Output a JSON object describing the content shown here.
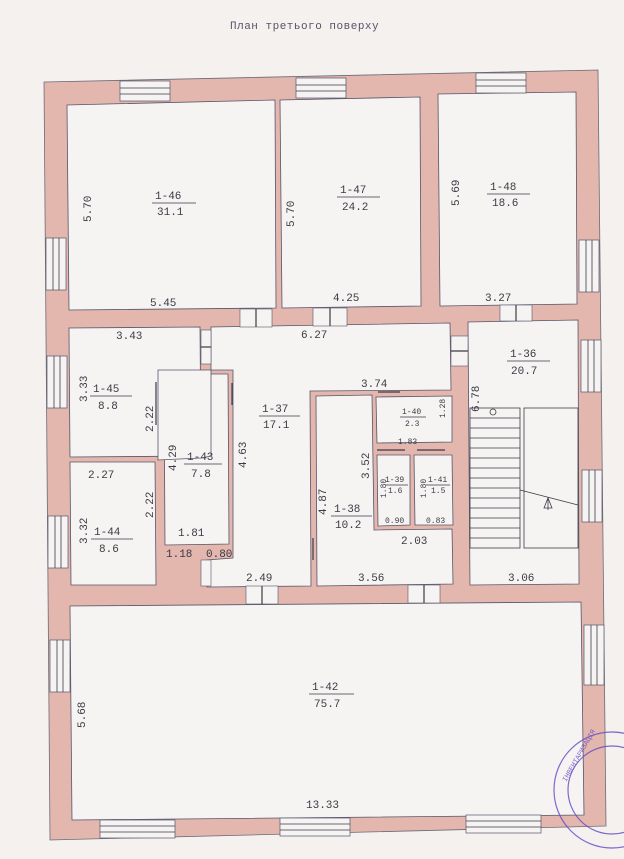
{
  "title": "План третього поверху",
  "rooms": [
    {
      "id": "1-46",
      "area": "31.1"
    },
    {
      "id": "1-47",
      "area": "24.2"
    },
    {
      "id": "1-48",
      "area": "18.6"
    },
    {
      "id": "1-45",
      "area": "8.8"
    },
    {
      "id": "1-43",
      "area": "7.8"
    },
    {
      "id": "1-37",
      "area": "17.1"
    },
    {
      "id": "1-40",
      "area": "2.3"
    },
    {
      "id": "1-36",
      "area": "20.7"
    },
    {
      "id": "1-39",
      "area": "1.6"
    },
    {
      "id": "1-41",
      "area": "1.5"
    },
    {
      "id": "1-38",
      "area": "10.2"
    },
    {
      "id": "1-44",
      "area": "8.6"
    },
    {
      "id": "1-42",
      "area": "75.7"
    }
  ],
  "dimensions": {
    "d_5_70_a": "5.70",
    "d_5_70_b": "5.70",
    "d_5_69": "5.69",
    "d_5_45": "5.45",
    "d_4_25": "4.25",
    "d_3_27": "3.27",
    "d_3_43": "3.43",
    "d_6_27": "6.27",
    "d_3_33": "3.33",
    "d_2_22_a": "2.22",
    "d_4_29": "4.29",
    "d_4_63": "4.63",
    "d_3_74": "3.74",
    "d_1_28": "1.28",
    "d_6_78": "6.78",
    "d_1_83": "1.83",
    "d_3_52": "3.52",
    "d_2_27": "2.27",
    "d_2_22_b": "2.22",
    "d_4_87": "4.87",
    "d_1_80_a": "1.80",
    "d_1_80_b": "1.80",
    "d_0_90": "0.90",
    "d_0_83": "0.83",
    "d_2_03": "2.03",
    "d_3_32": "3.32",
    "d_1_81": "1.81",
    "d_1_18": "1.18",
    "d_0_80": "0.80",
    "d_2_49": "2.49",
    "d_3_56": "3.56",
    "d_3_06": "3.06",
    "d_5_68": "5.68",
    "d_13_33": "13.33"
  },
  "stamp_text": "ІНВЕНТАРИЗАЦІЯ"
}
